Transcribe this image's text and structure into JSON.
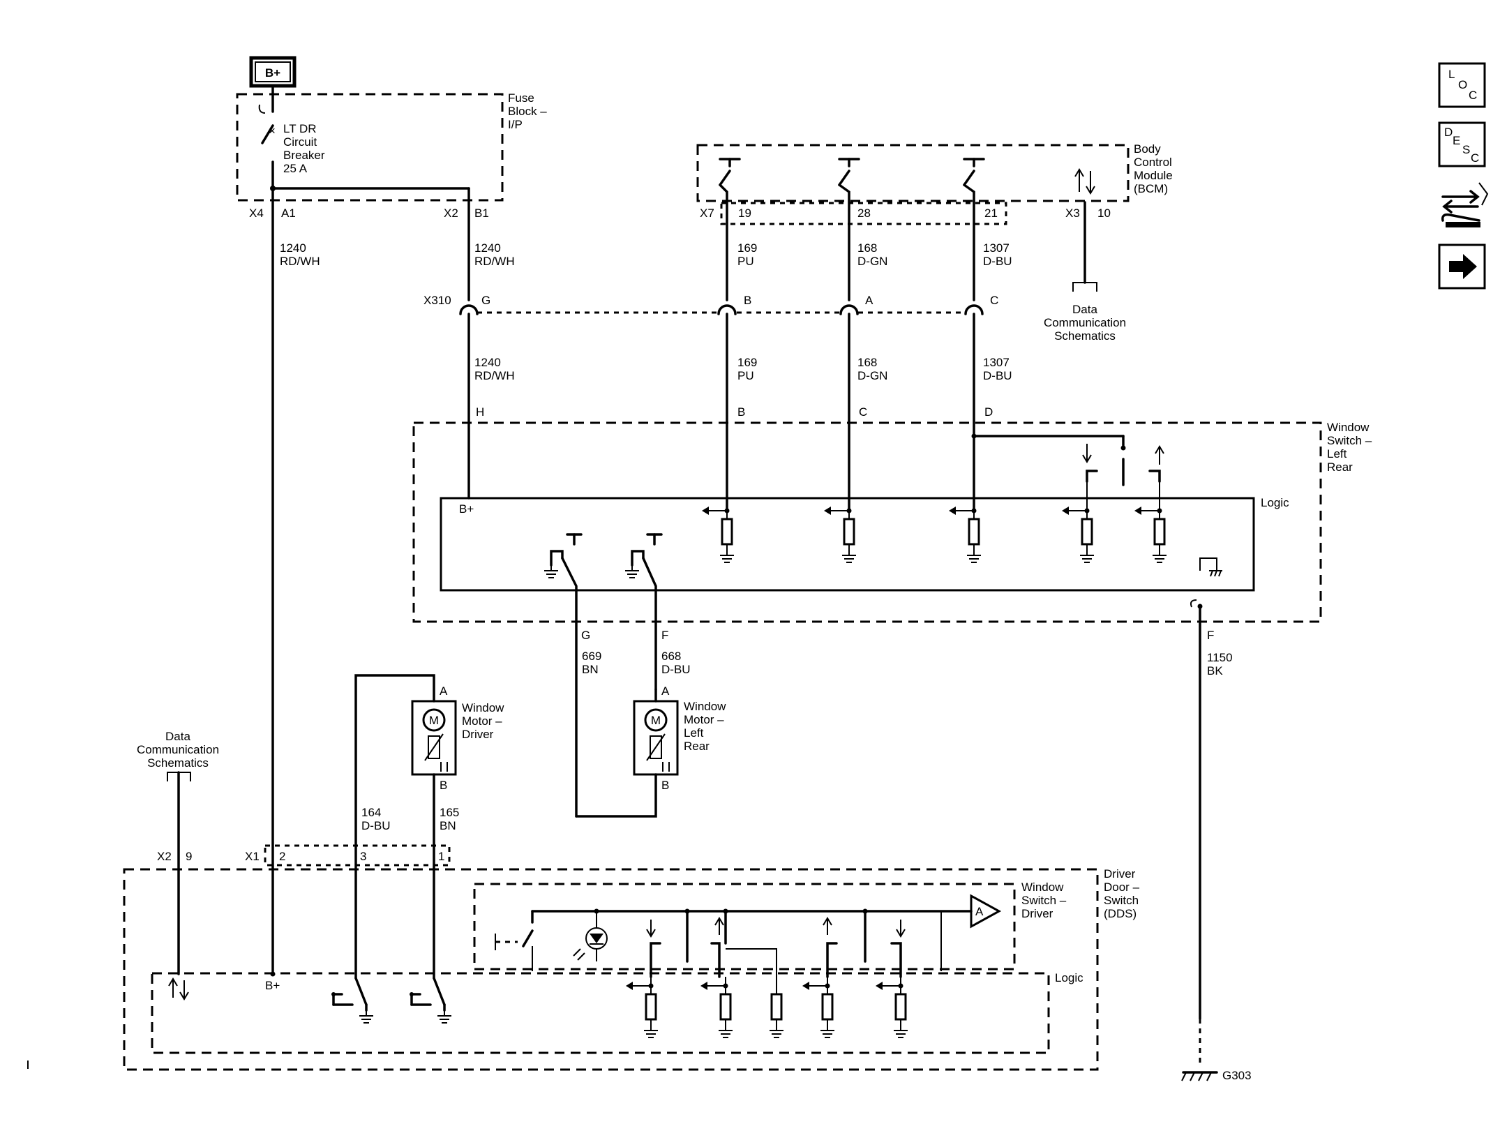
{
  "power": {
    "bplus": "B+"
  },
  "fuse_block": {
    "title": [
      "Fuse",
      "Block –",
      "I/P"
    ],
    "breaker": [
      "LT DR",
      "Circuit",
      "Breaker",
      "25 A"
    ],
    "x4": "X4",
    "a1": "A1",
    "x2": "X2",
    "b1": "B1"
  },
  "bcm": {
    "title": [
      "Body",
      "Control",
      "Module",
      "(BCM)"
    ],
    "x7": "X7",
    "p19": "19",
    "p28": "28",
    "p21": "21",
    "x3": "X3",
    "p10": "10"
  },
  "data_comm": {
    "label": [
      "Data",
      "Communication",
      "Schematics"
    ]
  },
  "wires": {
    "w1240": "1240",
    "rdwh": "RD/WH",
    "w169": "169",
    "pu": "PU",
    "w168": "168",
    "dgn": "D-GN",
    "w1307": "1307",
    "dbu": "D-BU",
    "w669": "669",
    "bn": "BN",
    "w668": "668",
    "w164": "164",
    "w165": "165",
    "w1150": "1150",
    "bk": "BK"
  },
  "x310": {
    "label": "X310",
    "g": "G",
    "b": "B",
    "a": "A",
    "c": "C"
  },
  "wslr": {
    "title": [
      "Window",
      "Switch –",
      "Left",
      "Rear"
    ],
    "logic": "Logic",
    "bplus": "B+",
    "h": "H",
    "b": "B",
    "c": "C",
    "d": "D",
    "g": "G",
    "f1": "F",
    "f2": "F"
  },
  "motor_driver": {
    "title": [
      "Window",
      "Motor –",
      "Driver"
    ],
    "m": "M",
    "a": "A",
    "b": "B"
  },
  "motor_lr": {
    "title": [
      "Window",
      "Motor –",
      "Left",
      "Rear"
    ],
    "m": "M",
    "a": "A",
    "b": "B"
  },
  "dds": {
    "title": [
      "Driver",
      "Door –",
      "Switch",
      "(DDS)"
    ],
    "x2": "X2",
    "p9": "9",
    "x1": "X1",
    "p2": "2",
    "p3": "3",
    "p1": "1",
    "logic": "Logic",
    "bplus": "B+"
  },
  "wsd": {
    "title": [
      "Window",
      "Switch –",
      "Driver"
    ],
    "amp": "A"
  },
  "ground": {
    "g303": "G303"
  },
  "side_icons": {
    "loc": [
      "L",
      "O",
      "C"
    ],
    "desc": [
      "D",
      "E",
      "S",
      "C"
    ],
    "icon3": "swap-wrench-icon",
    "icon4": "arrow-right-icon"
  }
}
